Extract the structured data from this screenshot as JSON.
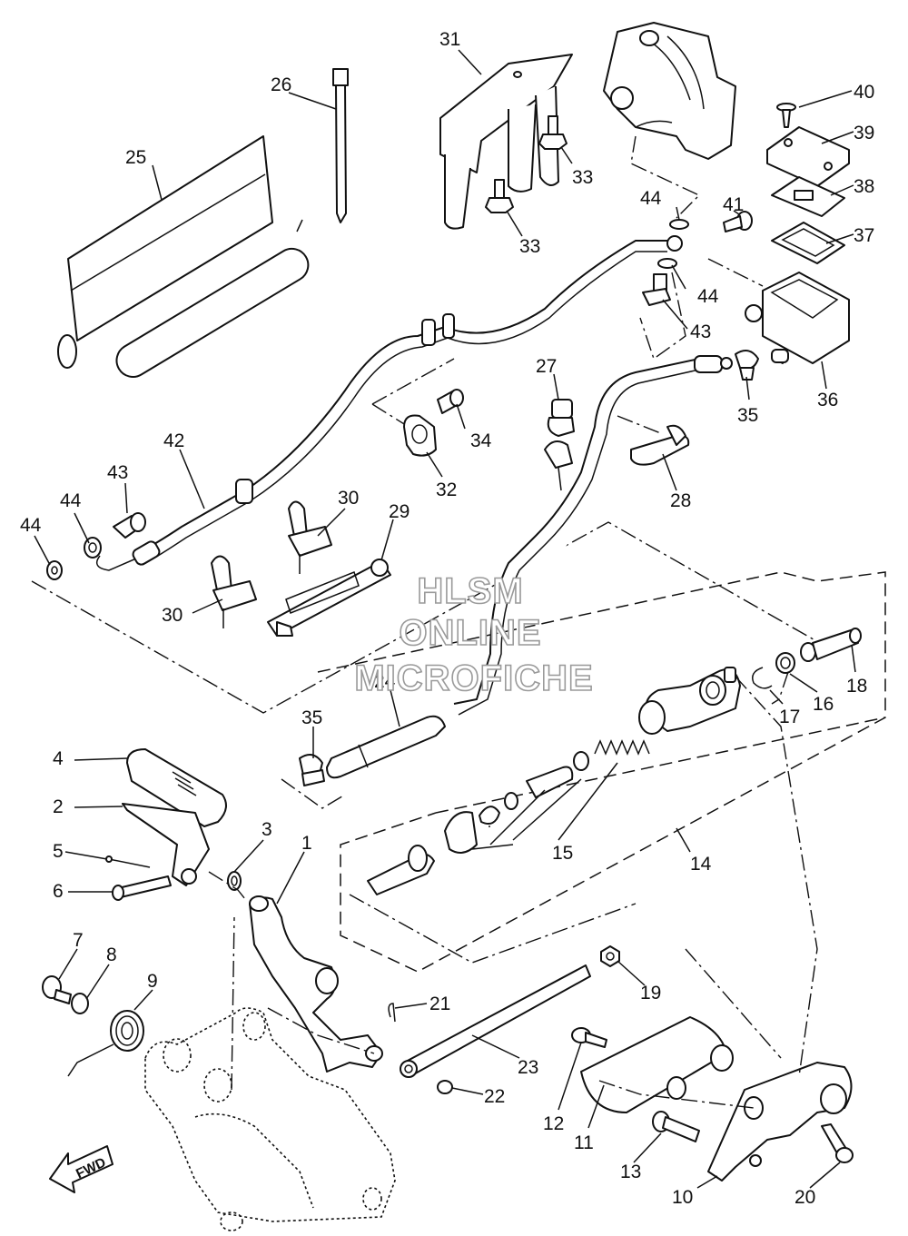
{
  "watermark": {
    "line1": "HLSM",
    "line2": "ONLINE",
    "line3": "MICROFICHE"
  },
  "fwd_label": "FWD",
  "callouts": {
    "c1": "1",
    "c2": "2",
    "c3": "3",
    "c4": "4",
    "c5": "5",
    "c6": "6",
    "c7": "7",
    "c8": "8",
    "c9": "9",
    "c10": "10",
    "c11": "11",
    "c12": "12",
    "c13": "13",
    "c14": "14",
    "c15": "15",
    "c16": "16",
    "c17": "17",
    "c18": "18",
    "c19": "19",
    "c20": "20",
    "c21": "21",
    "c22": "22",
    "c23": "23",
    "c24": "24",
    "c25": "25",
    "c26": "26",
    "c27": "27",
    "c28": "28",
    "c29": "29",
    "c30a": "30",
    "c30b": "30",
    "c31": "31",
    "c32": "32",
    "c33a": "33",
    "c33b": "33",
    "c34": "34",
    "c35a": "35",
    "c35b": "35",
    "c36": "36",
    "c37": "37",
    "c38": "38",
    "c39": "39",
    "c40": "40",
    "c41": "41",
    "c42": "42",
    "c43a": "43",
    "c43b": "43",
    "c44a": "44",
    "c44b": "44",
    "c44c": "44",
    "c44d": "44"
  }
}
